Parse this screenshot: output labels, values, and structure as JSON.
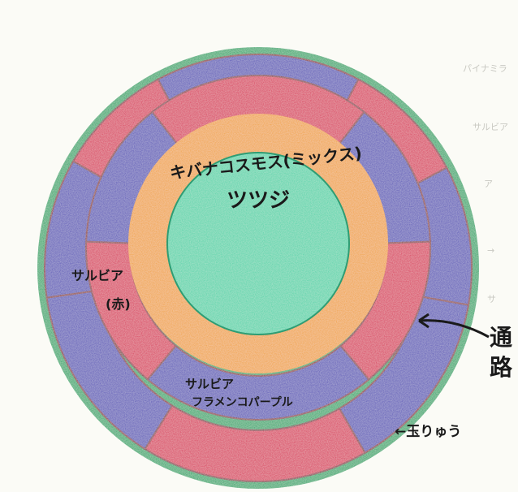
{
  "colors": {
    "paper": "#fbfbf6",
    "green_border": "#27a86a",
    "red": "#d9365a",
    "blue": "#5a55b8",
    "divider": "#8a2b3a",
    "orange": "#f0a23a",
    "center_green": "#4fd3a8",
    "ink": "#1a1a1a"
  },
  "labels": {
    "center": "ツツジ",
    "orange_ring_line1": "キバナコスモス(ミックス)",
    "salvia_red_line1": "サルビア",
    "salvia_red_line2": "(赤)",
    "salvia_purple_line1": "サルビア",
    "salvia_purple_line2": "フラメンコパープル",
    "path_line1": "通",
    "path_line2": "路",
    "border": "←玉りゅう"
  },
  "faint_margin_notes": [
    "パイナミラ",
    "サルビア",
    "ア",
    "→",
    "サ"
  ]
}
